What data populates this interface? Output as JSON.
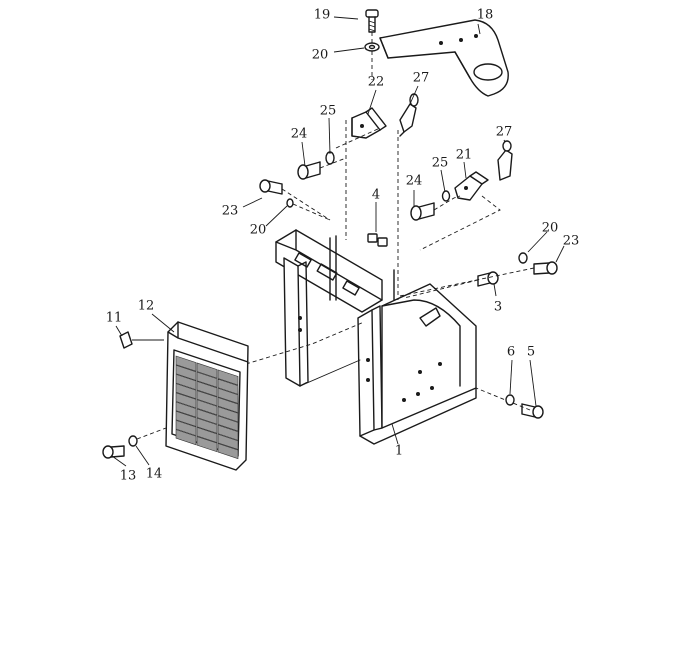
{
  "callouts": [
    {
      "id": "c1",
      "text": "1"
    },
    {
      "id": "c3",
      "text": "3"
    },
    {
      "id": "c4",
      "text": "4"
    },
    {
      "id": "c5",
      "text": "5"
    },
    {
      "id": "c6",
      "text": "6"
    },
    {
      "id": "c11",
      "text": "11"
    },
    {
      "id": "c12",
      "text": "12"
    },
    {
      "id": "c13",
      "text": "13"
    },
    {
      "id": "c14",
      "text": "14"
    },
    {
      "id": "c18",
      "text": "18"
    },
    {
      "id": "c19",
      "text": "19"
    },
    {
      "id": "c20a",
      "text": "20"
    },
    {
      "id": "c20b",
      "text": "20"
    },
    {
      "id": "c20c",
      "text": "20"
    },
    {
      "id": "c21",
      "text": "21"
    },
    {
      "id": "c22",
      "text": "22"
    },
    {
      "id": "c23a",
      "text": "23"
    },
    {
      "id": "c23b",
      "text": "23"
    },
    {
      "id": "c24a",
      "text": "24"
    },
    {
      "id": "c24b",
      "text": "24"
    },
    {
      "id": "c25a",
      "text": "25"
    },
    {
      "id": "c25b",
      "text": "25"
    },
    {
      "id": "c27a",
      "text": "27"
    },
    {
      "id": "c27b",
      "text": "27"
    }
  ]
}
